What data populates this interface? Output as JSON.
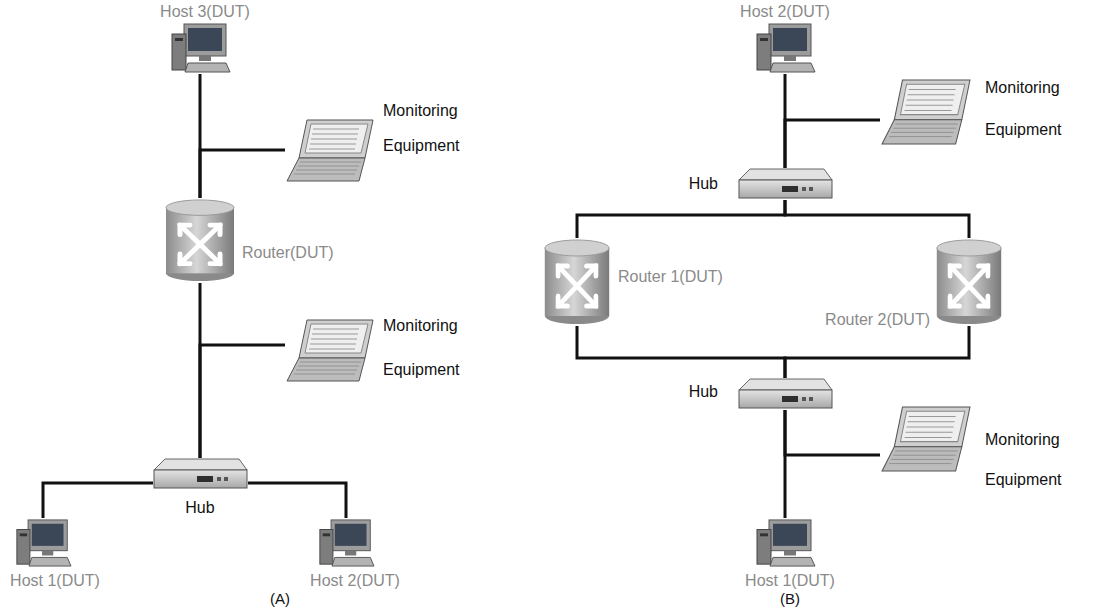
{
  "diagram": {
    "nodes": [
      {
        "text": [
          "Host 3(DUT)"
        ]
      },
      {
        "text": [
          "Monitoring Equipment"
        ]
      },
      {
        "text": [
          "Router(DUT)"
        ]
      },
      {
        "text": [
          "Monitoring Equipment"
        ]
      },
      {
        "text": [
          "Hub"
        ]
      },
      {
        "text": [
          "Host 1(DUT)"
        ]
      },
      {
        "text": [
          "Host 2(DUT)"
        ]
      },
      {
        "text": [
          "Host 2(DUT)"
        ]
      },
      {
        "text": [
          "Monitoring Equipment"
        ]
      },
      {
        "text": [
          "Hub"
        ]
      },
      {
        "text": [
          "Router 1(DUT)"
        ]
      },
      {
        "text": [
          "Router 2(DUT)"
        ]
      },
      {
        "text": [
          "Hub"
        ]
      },
      {
        "text": [
          "Monitoring Equipment"
        ]
      },
      {
        "text": [
          "Host 1(DUT)"
        ]
      }
    ],
    "edges": [
      {
        "from": 0,
        "to": 2,
        "arrow": "none"
      },
      {
        "from": 1,
        "to": 2,
        "arrow": "none"
      },
      {
        "from": 2,
        "to": 4,
        "arrow": "none"
      },
      {
        "from": 3,
        "to": 4,
        "arrow": "none"
      },
      {
        "from": 4,
        "to": 5,
        "arrow": "none"
      },
      {
        "from": 4,
        "to": 6,
        "arrow": "none"
      },
      {
        "from": 7,
        "to": 9,
        "arrow": "none"
      },
      {
        "from": 8,
        "to": 9,
        "arrow": "none"
      },
      {
        "from": 9,
        "to": 10,
        "arrow": "none"
      },
      {
        "from": 9,
        "to": 11,
        "arrow": "none"
      },
      {
        "from": 10,
        "to": 12,
        "arrow": "none"
      },
      {
        "from": 11,
        "to": 12,
        "arrow": "none"
      },
      {
        "from": 12,
        "to": 14,
        "arrow": "none"
      },
      {
        "from": 13,
        "to": 12,
        "arrow": "none"
      }
    ],
    "labels": [
      "(A)",
      "(B)"
    ]
  }
}
